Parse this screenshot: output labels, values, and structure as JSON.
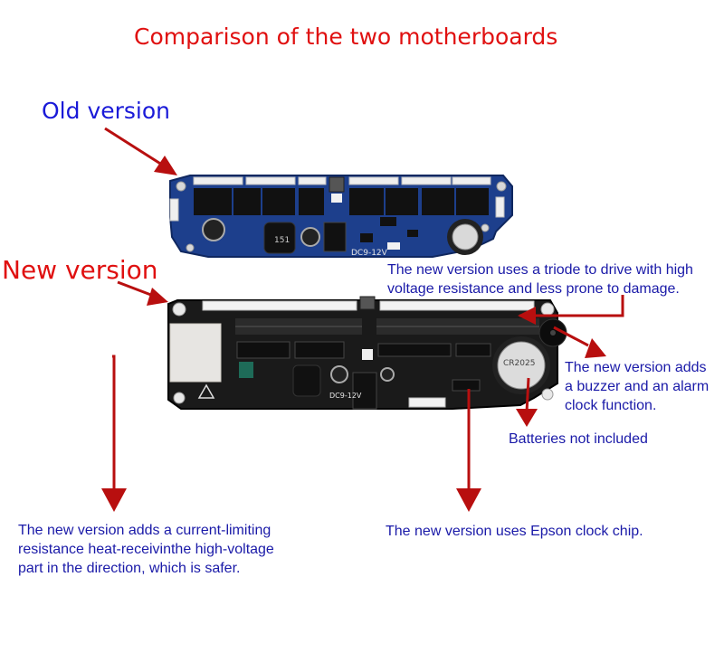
{
  "title": "Comparison of the two motherboards",
  "labels": {
    "old": "Old version",
    "new": "New version"
  },
  "boards": {
    "old_silkscreen": [
      "DC9-12V",
      "151"
    ],
    "new_silkscreen": [
      "DC9-12V",
      "CR2025"
    ]
  },
  "notes": {
    "triode": [
      "The new version uses a triode to drive with high",
      "voltage resistance and less prone to damage."
    ],
    "buzzer": [
      "The new version adds",
      "a buzzer and an alarm",
      "clock function."
    ],
    "battery": "Batteries not included",
    "resistance": [
      "The new version adds a current-limiting",
      "resistance heat-receivinthe high-voltage",
      "part in the direction, which is safer."
    ],
    "epson": "The new version uses Epson clock chip."
  },
  "colors": {
    "title": "#e01010",
    "old_label": "#1a1ad8",
    "new_label": "#e01010",
    "notes": "#1a1aa8",
    "arrows": "#b80f0f",
    "old_pcb": "#1d3f8c",
    "new_pcb": "#1a1a1a"
  }
}
